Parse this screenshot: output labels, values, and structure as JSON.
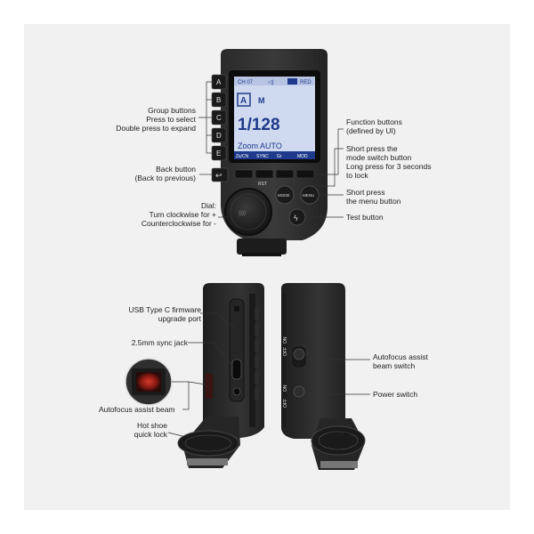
{
  "callouts": {
    "group_buttons": [
      "Group buttons",
      "Press to select",
      "Double press to expand"
    ],
    "back_button": [
      "Back button",
      "(Back to previous)"
    ],
    "dial": [
      "Dial:",
      "Turn clockwise for +",
      "Counterclockwise for -"
    ],
    "function_buttons": [
      "Function buttons",
      "(defined by UI)"
    ],
    "mode_button": [
      "Short press the",
      "mode switch button",
      "Long press for 3 seconds",
      "to lock"
    ],
    "menu_button": [
      "Short press",
      "the menu button"
    ],
    "test_button": [
      "Test button"
    ],
    "usb_port": [
      "USB Type C firmware",
      "upgrade port"
    ],
    "sync_jack": [
      "2.5mm sync jack"
    ],
    "af_beam": [
      "Autofocus assist beam"
    ],
    "hot_shoe": [
      "Hot shoe",
      "quick lock"
    ],
    "af_switch": [
      "Autofocus assist",
      "beam switch"
    ],
    "power_switch": [
      "Power switch"
    ]
  },
  "device": {
    "group_keys": [
      "A",
      "B",
      "C",
      "D",
      "E"
    ],
    "rst_label": "RST",
    "mode_key": "MODE",
    "menu_key": "MENU",
    "screen": {
      "top_left": "CH 07",
      "top_right": "RED",
      "group": "A",
      "mode": "M",
      "power": "1/128",
      "zoom": "Zoom AUTO",
      "softkeys": [
        "Zs/CN",
        "SYNC",
        "Gr",
        "MOD"
      ]
    },
    "switch_labels": {
      "on": "ON",
      "off": "OFF"
    }
  }
}
